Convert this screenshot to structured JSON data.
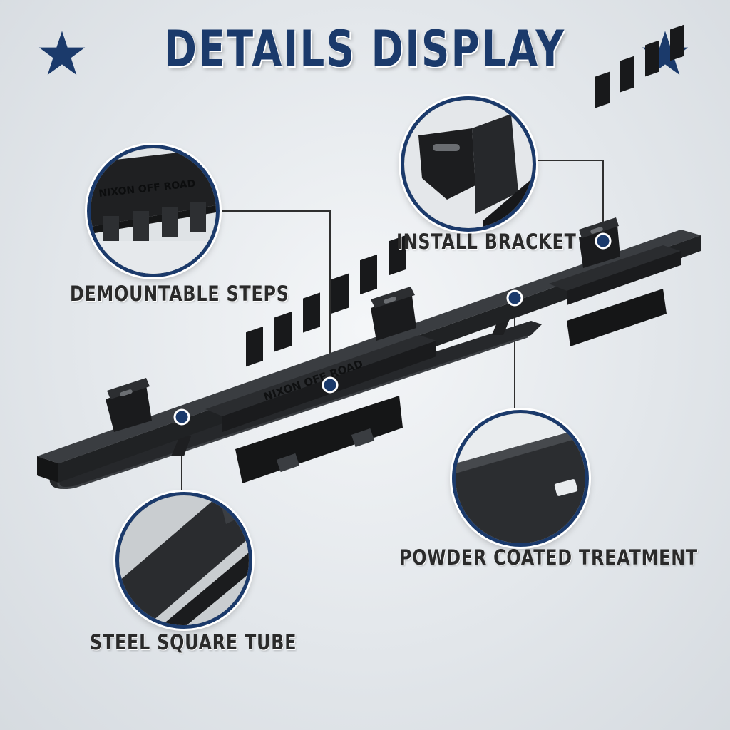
{
  "title": "DETAILS DISPLAY",
  "brand_text": "NIXON OFF ROAD",
  "labels": {
    "demountable_steps": "DEMOUNTABLE STEPS",
    "install_bracket": "INSTALL BRACKET",
    "powder_coated": "POWDER COATED TREATMENT",
    "steel_tube": "STEEL SQUARE TUBE"
  },
  "colors": {
    "navy": "#1b3a6b",
    "product_black": "#1e1f21"
  },
  "icons": [
    "star-icon"
  ]
}
